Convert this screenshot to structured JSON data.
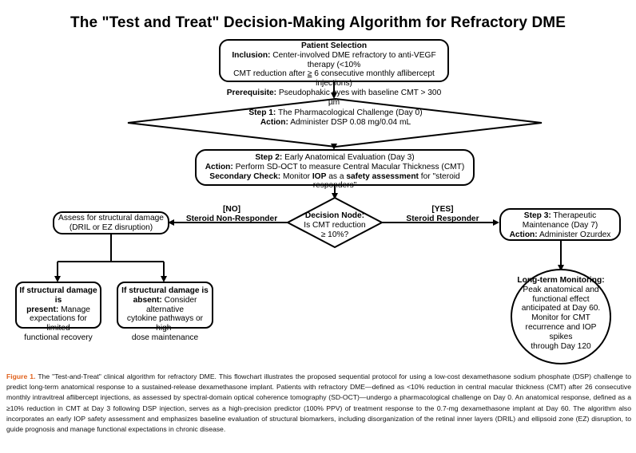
{
  "title": "The \"Test and Treat\" Decision-Making Algorithm for Refractory DME",
  "patient_selection": {
    "heading": "Patient Selection",
    "inclusion_label": "Inclusion:",
    "inclusion_line1": "Center-involved DME refractory to anti-VEGF therapy (<10%",
    "inclusion_line2_pre": "CMT reduction after ",
    "inclusion_line2_ge": "≥",
    "inclusion_line2_post": " 6 consecutive monthly aflibercept injections)",
    "prerequisite_label": "Prerequisite:",
    "prerequisite_text": "Pseudophakic eyes with baseline CMT > 300 µm"
  },
  "step1": {
    "label": "Step 1:",
    "text": "The Pharmacological Challenge (Day 0)",
    "action_label": "Action:",
    "action_text": "Administer DSP 0.08 mg/0.04 mL"
  },
  "step2": {
    "label": "Step 2:",
    "text": "Early Anatomical Evaluation (Day 3)",
    "action_label": "Action:",
    "action_text": "Perform SD-OCT to measure Central Macular Thickness (CMT)",
    "secondary_label": "Secondary Check:",
    "secondary_pre": "Monitor ",
    "secondary_iop": "IOP",
    "secondary_mid": " as a ",
    "secondary_safety": "safety assessment",
    "secondary_post": " for \"steroid responders\""
  },
  "decision": {
    "heading": "Decision Node:",
    "line1": "Is CMT reduction",
    "line2": "≥ 10%?"
  },
  "no_branch": {
    "tag": "[NO]",
    "label": "Steroid Non-Responder"
  },
  "yes_branch": {
    "tag": "[YES]",
    "label": "Steroid Responder"
  },
  "assess": {
    "line1": "Assess for structural damage",
    "line2": "(DRIL or EZ disruption)"
  },
  "damage_present": {
    "bold1": "If structural damage is",
    "bold2": "present:",
    "text1": " Manage",
    "text2": "expectations for limited",
    "text3": "functional recovery"
  },
  "damage_absent": {
    "bold1": "If structural damage is",
    "bold2": "absent:",
    "text1": " Consider alternative",
    "text2": "cytokine pathways or high-",
    "text3": "dose maintenance"
  },
  "step3": {
    "label": "Step 3:",
    "text1": " Therapeutic",
    "text2": "Maintenance (Day 7)",
    "action_label": "Action:",
    "action_text": " Administer Ozurdex"
  },
  "monitoring": {
    "heading": "Long-term Monitoring:",
    "lines": [
      "Peak anatomical and",
      "functional effect",
      "anticipated at Day 60.",
      "Monitor for CMT",
      "recurrence and IOP spikes",
      "through Day 120"
    ]
  },
  "caption": {
    "figure_label": "Figure 1.",
    "text": " The \"Test-and-Treat\" clinical algorithm for refractory DME. This flowchart illustrates the proposed sequential protocol for using a low-cost dexamethasone sodium phosphate (DSP) challenge to predict long-term anatomical response to a sustained-release dexamethasone implant. Patients with refractory DME—defined as <10% reduction in central macular thickness (CMT) after 26 consecutive monthly intravitreal aflibercept injections, as assessed by spectral-domain optical coherence tomography (SD-OCT)—undergo a pharmacological challenge on Day 0. An anatomical response, defined as a ≥10% reduction in CMT at Day 3 following DSP injection, serves as a high-precision predictor (100% PPV) of treatment response to the 0.7-mg dexamethasone implant at Day 60. The algorithm also incorporates an early IOP safety assessment and emphasizes baseline evaluation of structural biomarkers, including disorganization of the retinal inner layers (DRIL) and ellipsoid zone (EZ) disruption, to guide prognosis and manage functional expectations in chronic disease."
  }
}
